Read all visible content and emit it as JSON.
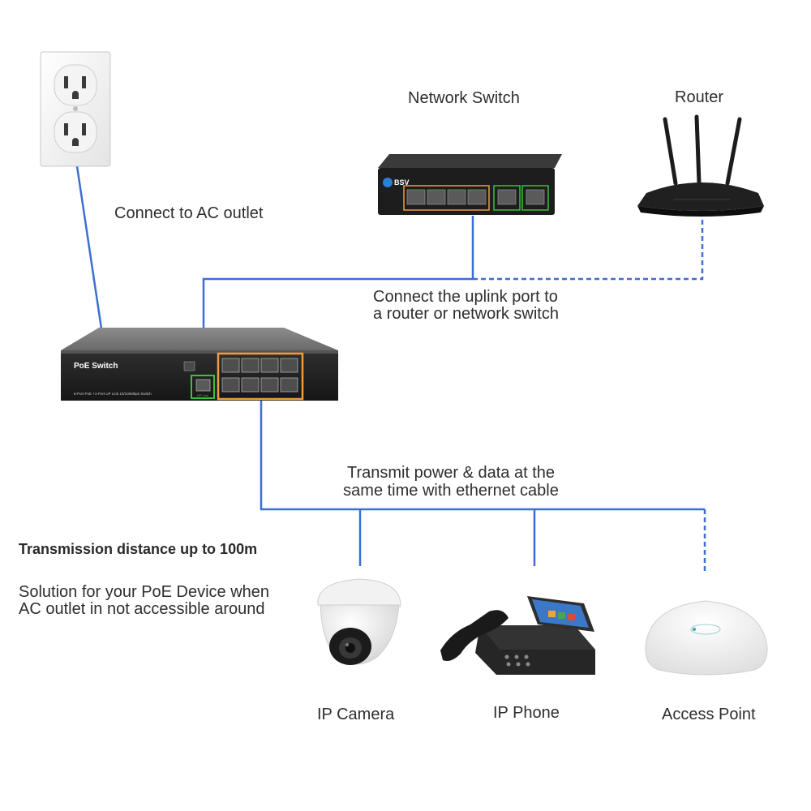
{
  "labels": {
    "network_switch": "Network Switch",
    "router": "Router",
    "ac_outlet": "Connect to AC outlet",
    "uplink_line1": "Connect the uplink port to",
    "uplink_line2": "a router or network switch",
    "transmit_line1": "Transmit power & data at the",
    "transmit_line2": "same time with ethernet cable",
    "distance": "Transmission distance up to 100m",
    "solution_line1": "Solution for your PoE Device when",
    "solution_line2": "AC outlet in not accessible around",
    "ip_camera": "IP Camera",
    "ip_phone": "IP Phone",
    "access_point": "Access Point"
  },
  "devices": {
    "poe_switch_name": "PoE Switch",
    "poe_switch_subtitle": "8-Port PoE +1-Port UP Link 10/100Mbps Switch",
    "poe_uplink_label": "UP Link",
    "brand": "BSV"
  },
  "colors": {
    "cable": "#3c6fd2",
    "poe_port_highlight": "#f29b38",
    "uplink_highlight": "#39c23a"
  },
  "icons": {
    "wall_outlet": "wall-outlet-icon",
    "network_switch": "network-switch-icon",
    "router": "router-icon",
    "poe_switch": "poe-switch-icon",
    "ip_camera": "dome-camera-icon",
    "ip_phone": "desk-phone-icon",
    "access_point": "access-point-icon"
  }
}
